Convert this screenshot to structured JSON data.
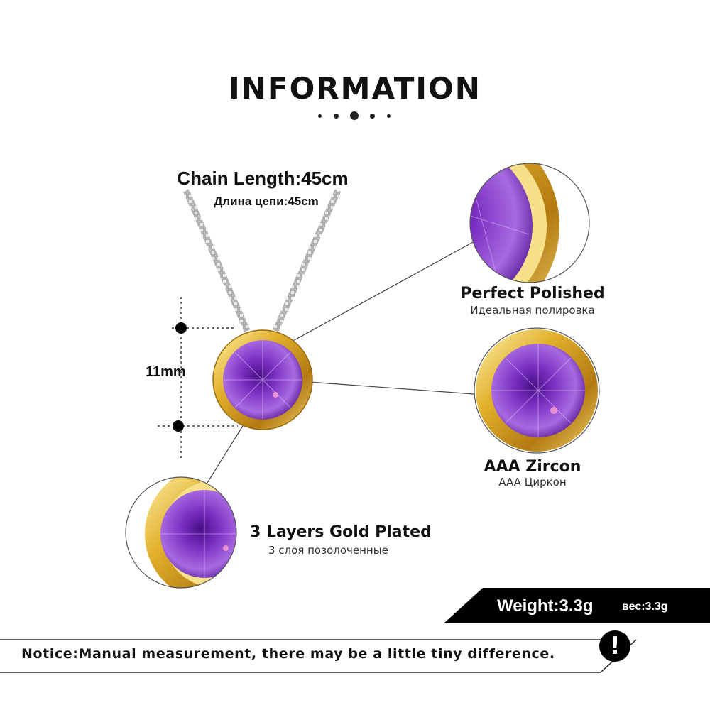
{
  "header": {
    "title": "INFORMATION"
  },
  "chain": {
    "length_en": "Chain Length:45cm",
    "length_ru": "Длина цепи:45cm"
  },
  "dimension": {
    "size_label": "11mm"
  },
  "features": [
    {
      "name_en": "Perfect  Polished",
      "name_ru": "Идеальная полировка"
    },
    {
      "name_en": "AAA  Zircon",
      "name_ru": "AAA Циркон"
    },
    {
      "name_en": "3 Layers  Gold  Plated",
      "name_ru": "3 слоя позолоченные"
    }
  ],
  "weight": {
    "label_en": "Weight:3.3g",
    "label_ru": "вес:3.3g"
  },
  "notice": {
    "text": "Notice:Manual measurement, there may be a little tiny difference.",
    "icon": "exclamation-icon"
  },
  "colors": {
    "gold": "#e2b12c",
    "gem": "#7a2fc2",
    "chain": "#c9c9c9",
    "bar": "#000000"
  }
}
